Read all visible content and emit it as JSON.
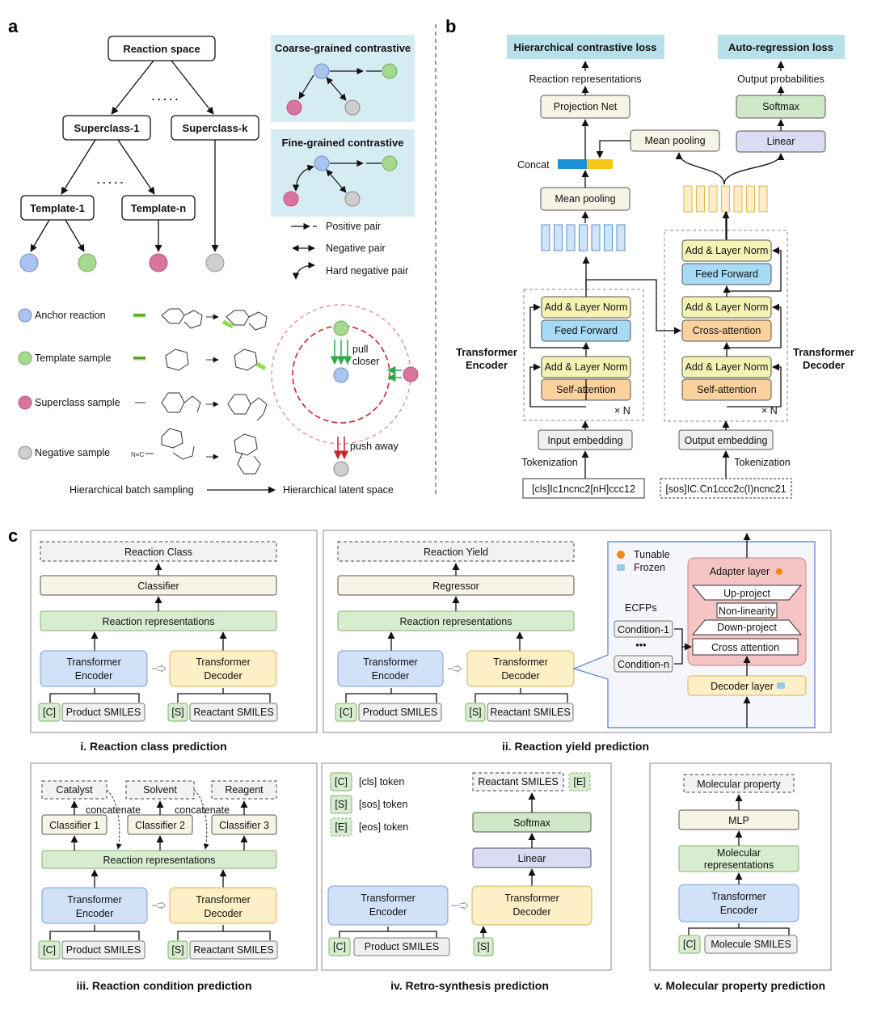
{
  "panels": {
    "a": "a",
    "b": "b",
    "c": "c"
  },
  "a": {
    "reaction_space": "Reaction space",
    "superclass1": "Superclass-1",
    "superclassk": "Superclass-k",
    "template1": "Template-1",
    "templaten": "Template-n",
    "dots": ". . . . .",
    "coarse": "Coarse-grained contrastive",
    "fine": "Fine-grained contrastive",
    "positive": "Positive pair",
    "negative": "Negative pair",
    "hard": "Hard negative pair",
    "anchor": "Anchor reaction",
    "template_sample": "Template sample",
    "superclass_sample": "Superclass sample",
    "negative_sample": "Negative sample",
    "pull": "pull",
    "closer": "closer",
    "push": "push away",
    "batch": "Hierarchical batch sampling",
    "latent": "Hierarchical latent space",
    "colors": {
      "blue": "#a9c4ee",
      "green": "#a6d98f",
      "pink": "#d9749e",
      "grey": "#cfcfcf",
      "panel_bg": "#d6ecf3"
    }
  },
  "b": {
    "hcl": "Hierarchical contrastive loss",
    "arl": "Auto-regression loss",
    "reaction_repr": "Reaction representations",
    "output_prob": "Output probabilities",
    "projection": "Projection Net",
    "softmax": "Softmax",
    "linear": "Linear",
    "mean_pooling": "Mean pooling",
    "concat": "Concat",
    "add_norm": "Add & Layer Norm",
    "feed_forward": "Feed Forward",
    "cross_attention": "Cross-attention",
    "self_attention": "Self-attention",
    "xn": "× N",
    "input_emb": "Input embedding",
    "output_emb": "Output embedding",
    "tokenization": "Tokenization",
    "input_seq": "[cls]Ic1ncnc2[nH]ccc12",
    "output_seq": "[sos]IC.Cn1ccc2c(I)ncnc21",
    "enc1": "Transformer",
    "enc2": "Encoder",
    "dec1": "Transformer",
    "dec2": "Decoder"
  },
  "c": {
    "reaction_class": "Reaction  Class",
    "classifier": "Classifier",
    "reaction_representations": "Reaction representations",
    "transformer": "Transformer",
    "encoder": "Encoder",
    "decoder": "Decoder",
    "tok_c": "[C]",
    "tok_s": "[S]",
    "tok_e": "[E]",
    "product_smiles": "Product SMILES",
    "reactant_smiles": "Reactant SMILES",
    "cap_i": "i. Reaction class prediction",
    "reaction_yield": "Reaction Yield",
    "regressor": "Regressor",
    "tunable": "Tunable",
    "frozen": "Frozen",
    "adapter": "Adapter layer",
    "up_project": "Up-project",
    "nonlin": "Non-linearity",
    "down_project": "Down-project",
    "cross_attn": "Cross attention",
    "decoder_layer": "Decoder layer",
    "ecfps": "ECFPs",
    "cond1": "Condition-1",
    "cond_dots": "•••",
    "condn": "Condition-n",
    "cap_ii": "ii. Reaction yield prediction",
    "catalyst": "Catalyst",
    "solvent": "Solvent",
    "reagent": "Reagent",
    "concatenate": "concatenate",
    "classifier1": "Classifier 1",
    "classifier2": "Classifier 2",
    "classifier3": "Classifier 3",
    "cap_iii": "iii. Reaction condition prediction",
    "cls_token": "[cls] token",
    "sos_token": "[sos] token",
    "eos_token": "[eos] token",
    "reactant_out": "Reactant SMILES",
    "softmax": "Softmax",
    "linear": "Linear",
    "cap_iv": "iv. Retro-synthesis prediction",
    "mol_property": "Molecular property",
    "mlp": "MLP",
    "mol_repr1": "Molecular",
    "mol_repr2": "representations",
    "molecule_smiles": "Molecule SMILES",
    "cap_v": "v. Molecular property prediction"
  }
}
